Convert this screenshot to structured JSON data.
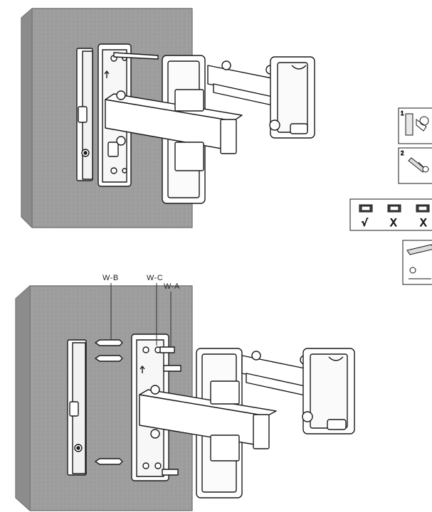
{
  "figure": {
    "background_color": "#ffffff",
    "wall_color": "#9b9b9b",
    "line_color": "#1a1a1a"
  },
  "bottom_view": {
    "labels": {
      "wb": "W-B",
      "wc": "W-C",
      "wa": "W-A"
    }
  },
  "side_panel": {
    "steps": [
      {
        "number": "1"
      },
      {
        "number": "2"
      }
    ],
    "level_marks": [
      "√",
      "X",
      "X"
    ]
  }
}
